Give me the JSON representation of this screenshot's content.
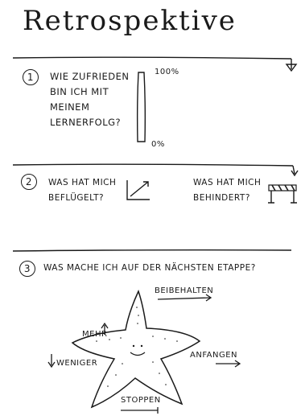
{
  "title": "Retrospektive",
  "section1": {
    "number": "1",
    "question": [
      "Wie zufrieden",
      "bin ich mit",
      "meinem",
      "Lernerfolg?"
    ],
    "scale_top": "100%",
    "scale_bottom": "0%"
  },
  "section2": {
    "number": "2",
    "left_question": [
      "Was hat mich",
      "beflügelt?"
    ],
    "right_question": [
      "Was hat mich",
      "behindert?"
    ]
  },
  "section3": {
    "number": "3",
    "question": "Was mache ich auf der nächsten Etappe?",
    "labels": {
      "keep": "Beibehalten",
      "more": "Mehr",
      "less": "Weniger",
      "start": "Anfangen",
      "stop": "Stoppen"
    }
  },
  "icons": [
    "arrow-down-icon",
    "chart-up-icon",
    "barrier-icon",
    "star-icon"
  ]
}
